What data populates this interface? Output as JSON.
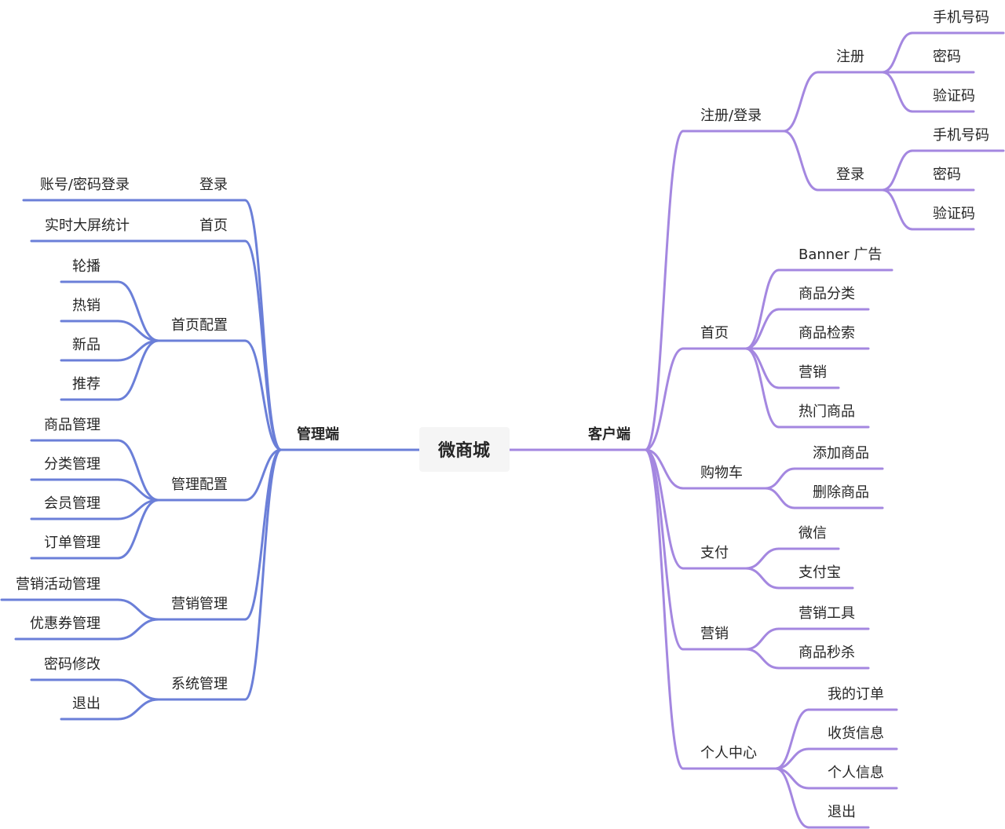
{
  "root": "微商城",
  "colors": {
    "left": "#6b7fd8",
    "right": "#a487e0"
  },
  "left": {
    "label": "管理端",
    "children": [
      {
        "label": "登录",
        "children": [
          {
            "label": "账号/密码登录"
          }
        ]
      },
      {
        "label": "首页",
        "children": [
          {
            "label": "实时大屏统计"
          }
        ]
      },
      {
        "label": "首页配置",
        "children": [
          {
            "label": "轮播"
          },
          {
            "label": "热销"
          },
          {
            "label": "新品"
          },
          {
            "label": "推荐"
          }
        ]
      },
      {
        "label": "管理配置",
        "children": [
          {
            "label": "商品管理"
          },
          {
            "label": "分类管理"
          },
          {
            "label": "会员管理"
          },
          {
            "label": "订单管理"
          }
        ]
      },
      {
        "label": "营销管理",
        "children": [
          {
            "label": "营销活动管理"
          },
          {
            "label": "优惠券管理"
          }
        ]
      },
      {
        "label": "系统管理",
        "children": [
          {
            "label": "密码修改"
          },
          {
            "label": "退出"
          }
        ]
      }
    ]
  },
  "right": {
    "label": "客户端",
    "children": [
      {
        "label": "注册/登录",
        "children": [
          {
            "label": "注册",
            "children": [
              {
                "label": "手机号码"
              },
              {
                "label": "密码"
              },
              {
                "label": "验证码"
              }
            ]
          },
          {
            "label": "登录",
            "children": [
              {
                "label": "手机号码"
              },
              {
                "label": "密码"
              },
              {
                "label": "验证码"
              }
            ]
          }
        ]
      },
      {
        "label": "首页",
        "children": [
          {
            "label": "Banner 广告"
          },
          {
            "label": "商品分类"
          },
          {
            "label": "商品检索"
          },
          {
            "label": "营销"
          },
          {
            "label": "热门商品"
          }
        ]
      },
      {
        "label": "购物车",
        "children": [
          {
            "label": "添加商品"
          },
          {
            "label": "删除商品"
          }
        ]
      },
      {
        "label": "支付",
        "children": [
          {
            "label": "微信"
          },
          {
            "label": "支付宝"
          }
        ]
      },
      {
        "label": "营销",
        "children": [
          {
            "label": "营销工具"
          },
          {
            "label": "商品秒杀"
          }
        ]
      },
      {
        "label": "个人中心",
        "children": [
          {
            "label": "我的订单"
          },
          {
            "label": "收货信息"
          },
          {
            "label": "个人信息"
          },
          {
            "label": "退出"
          }
        ]
      }
    ]
  }
}
